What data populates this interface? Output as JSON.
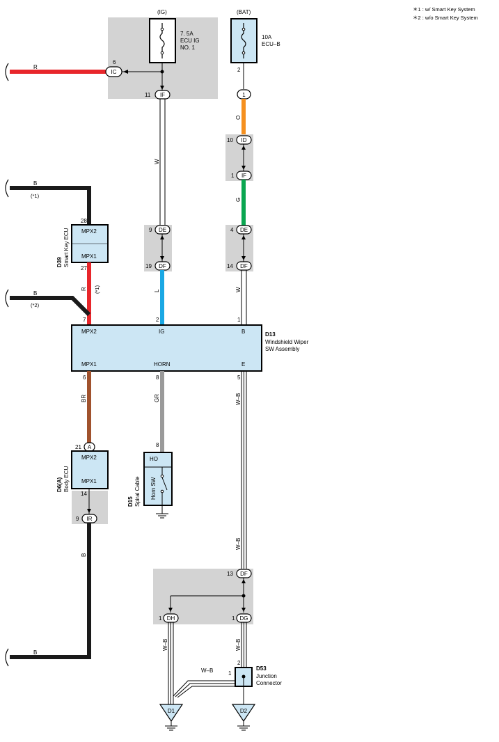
{
  "notes": [
    "＊1 : w/ Smart Key System",
    "＊2 : w/o Smart Key System"
  ],
  "fuses": {
    "ig": {
      "supply": "(IG)",
      "rating": "7. 5A",
      "line2": "ECU IG",
      "line3": "NO. 1"
    },
    "bat": {
      "supply": "(BAT)",
      "rating": "10A",
      "line2": "ECU–B"
    }
  },
  "pins": {
    "p6": "6",
    "p11": "11",
    "p2bat": "2",
    "p1bat": "1",
    "p10": "10",
    "p1if": "1",
    "p28": "28",
    "p27": "27",
    "p9de": "9",
    "p19df": "19",
    "p4de": "4",
    "p14df": "14",
    "p7": "7",
    "p2ig": "2",
    "p1b": "1",
    "p6mpx1": "6",
    "p8horn": "8",
    "p5e": "5",
    "p21": "21",
    "p8ho": "8",
    "p14": "14",
    "p9ir": "9",
    "p13df": "13",
    "p1dh": "1",
    "p1dg": "1",
    "p2d53": "2",
    "p1d53": "1"
  },
  "connectors": {
    "ic": "IC",
    "if_top": "IF",
    "bat1": "1",
    "id": "ID",
    "if_mid": "IF",
    "de_left": "DE",
    "df_left": "DF",
    "de_right": "DE",
    "df_right": "DF",
    "a": "A",
    "ir": "IR",
    "df_bottom": "DF",
    "dh": "DH",
    "dg": "DG"
  },
  "wires": {
    "r_top": "R",
    "w_ig": "W",
    "o_bat": "O",
    "g_bat": "G",
    "b_smart": "B",
    "note1a": "(*1)",
    "r_mpx2": "R",
    "note1b": "(*1)",
    "b_mpx2": "B",
    "note2": "(*2)",
    "l_ig": "L",
    "w_b": "W",
    "br": "BR",
    "gr": "GR",
    "wb_e": "W–B",
    "b_body": "B",
    "wb_lower": "W–B",
    "b_bottom": "B",
    "wb_dh": "W–B",
    "wb_dg": "W–B",
    "wb_d53": "W–B"
  },
  "components": {
    "d39": {
      "code": "D39",
      "name": "Smart Key ECU",
      "pin_top": "MPX2",
      "pin_bottom": "MPX1"
    },
    "d13": {
      "code": "D13",
      "name1": "Windshield Wiper",
      "name2": "SW Assembly",
      "t_mpx2": "MPX2",
      "t_ig": "IG",
      "t_b": "B",
      "t_mpx1": "MPX1",
      "t_horn": "HORN",
      "t_e": "E"
    },
    "d6": {
      "code": "D6(A)",
      "name": "Body ECU",
      "pin_top": "MPX2",
      "pin_bottom": "MPX1"
    },
    "d15": {
      "code": "D15",
      "name": "Spiral Cable",
      "ho": "HO",
      "sw": "Horn SW"
    },
    "d53": {
      "code": "D53",
      "name1": "Junction",
      "name2": "Connector"
    }
  },
  "grounds": {
    "d1": "D1",
    "d2": "D2"
  },
  "colors": {
    "red": "#e8262b",
    "orange": "#f5901f",
    "green": "#0aa650",
    "blue": "#1aa8e4",
    "brown": "#a0522d",
    "gray": "#9a9a9a",
    "black": "#1a1a1a",
    "box_fill": "#cce6f4",
    "shade": "#d3d3d3"
  }
}
